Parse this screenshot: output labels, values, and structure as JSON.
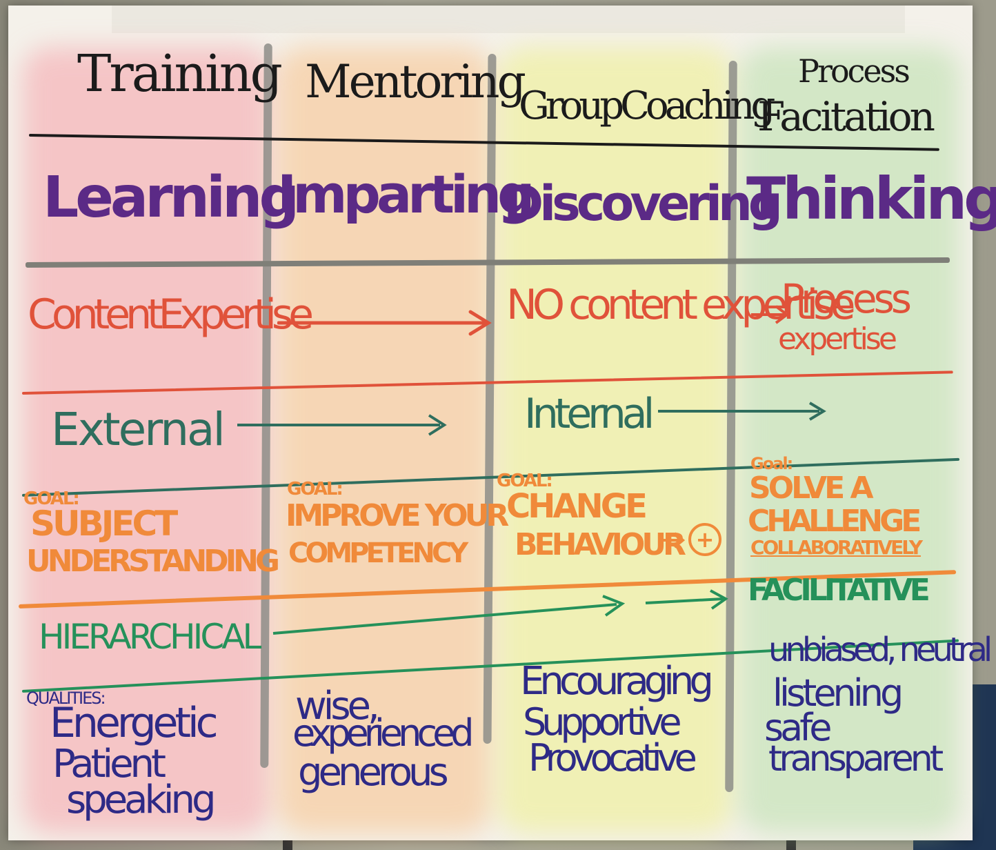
{
  "headers": {
    "training": "Training",
    "mentoring": "Mentoring",
    "group_coaching": "GroupCoaching",
    "process": "Process",
    "facilitation": "Facitation"
  },
  "row_learning": {
    "training": "Learning",
    "mentoring": "Imparting",
    "group_coaching": "Discovering",
    "facilitation": "Thinking"
  },
  "row_expertise": {
    "left": "ContentExpertise",
    "middle": "NO content expertise",
    "right_process": "Process",
    "right_expertise": "expertise"
  },
  "row_source": {
    "left": "External",
    "right": "Internal"
  },
  "row_goal": {
    "training_goal": "GOAL:",
    "training_line1": "SUBJECT",
    "training_line2": "UNDERSTANDING",
    "mentoring_goal": "GOAL:",
    "mentoring_line1": "IMPROVE YOUR",
    "mentoring_line2": "COMPETENCY",
    "coaching_goal": "GOAL:",
    "coaching_line1": "CHANGE",
    "coaching_line2": "BEHAVIOUR",
    "coaching_plus": "+",
    "facilitation_goal": "Goal:",
    "facilitation_line1": "SOLVE A",
    "facilitation_line2": "CHALLENGE",
    "facilitation_line3": "COLLABORATIVELY"
  },
  "row_style": {
    "left": "HIERARCHICAL",
    "right": "FACILITATIVE"
  },
  "row_qualities": {
    "label": "QUALITIES:",
    "training": [
      "Energetic",
      "Patient",
      "speaking"
    ],
    "mentoring": [
      "wise,",
      "experienced",
      "generous"
    ],
    "coaching": [
      "Encouraging",
      "Supportive",
      "Provocative"
    ],
    "facilitation": [
      "unbiased, neutral",
      "listening",
      "safe",
      "transparent"
    ]
  },
  "colors": {
    "black": "#1b1b1b",
    "purple": "#5b2a86",
    "red": "#e0523a",
    "teal": "#2f6e5e",
    "orange": "#f08a3a",
    "green": "#25915a",
    "navy": "#2e2a86",
    "grey": "#8d8d88"
  }
}
